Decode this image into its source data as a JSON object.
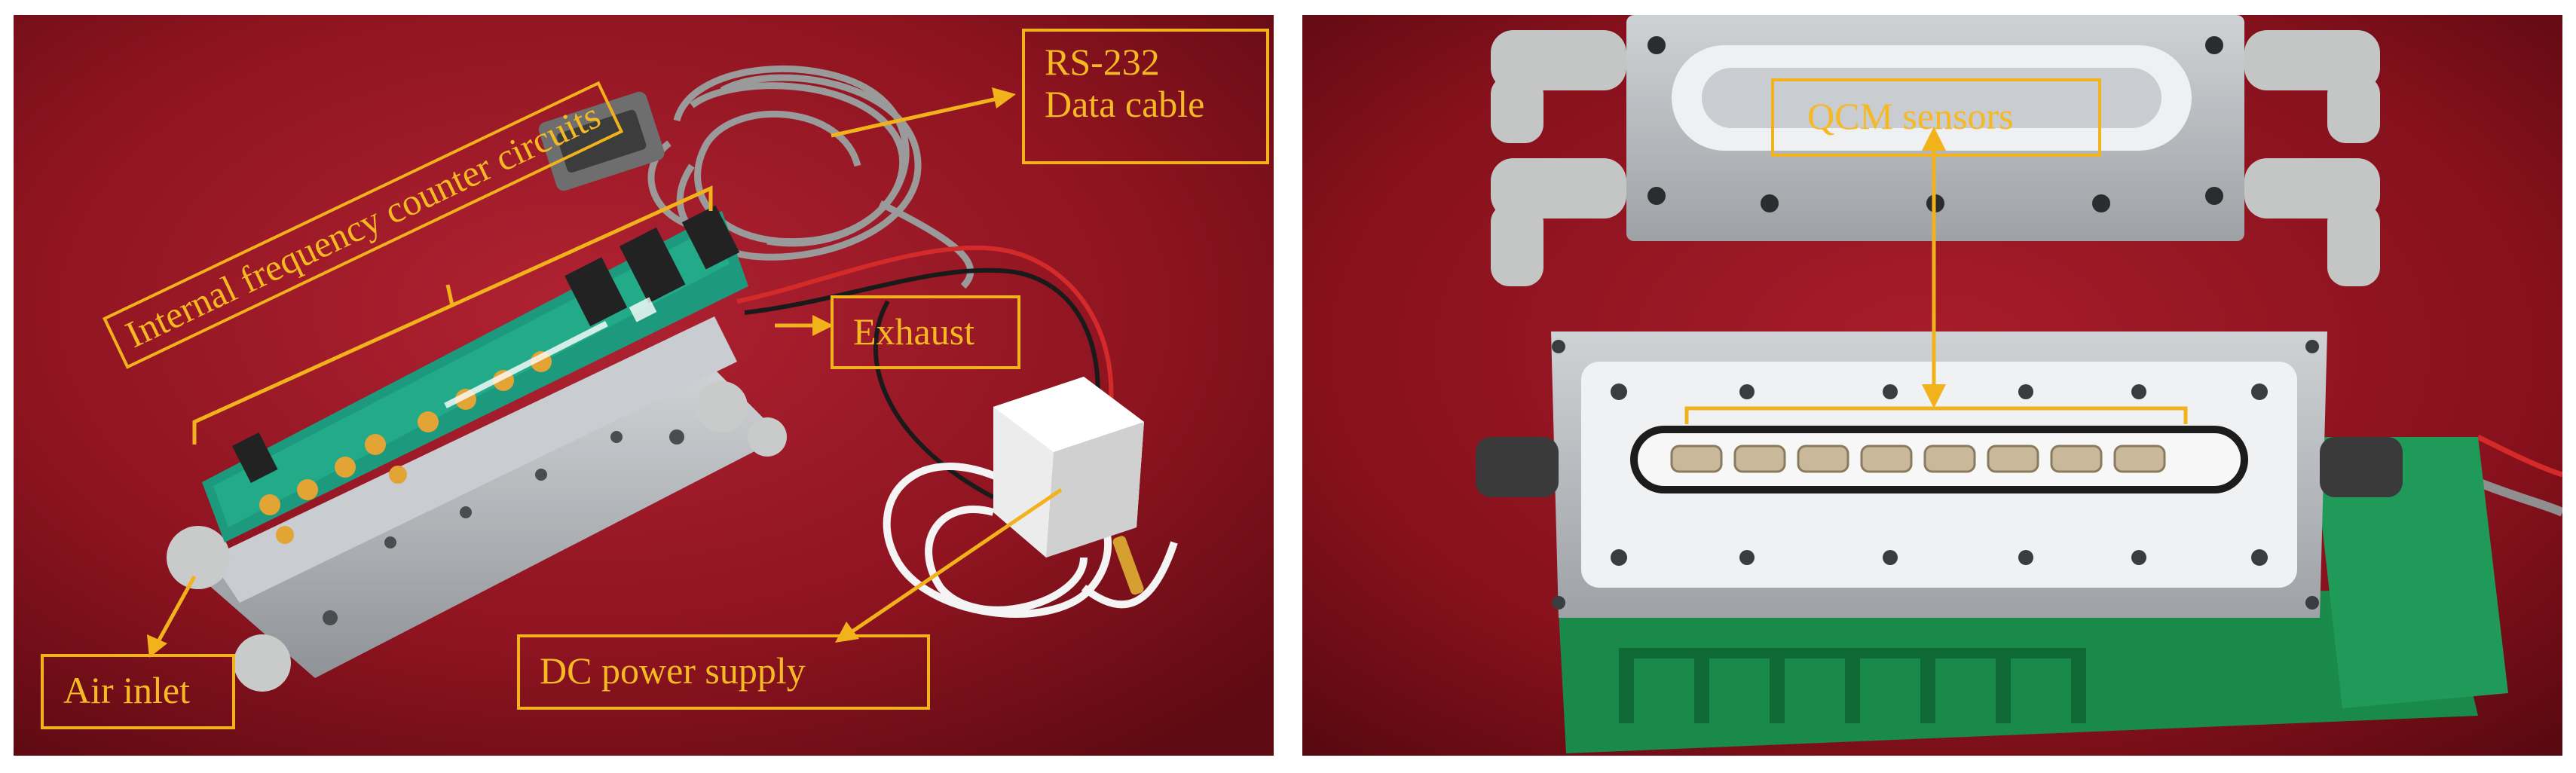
{
  "left_photo": {
    "labels": {
      "freq_counter": "Internal frequency counter circuits",
      "rs232": "RS-232",
      "data_cable": "Data cable",
      "exhaust": "Exhaust",
      "air_inlet": "Air inlet",
      "dc_power": "DC power supply"
    }
  },
  "right_photo": {
    "labels": {
      "qcm": "QCM sensors"
    }
  },
  "colors": {
    "background_red": "#8e1420",
    "annotation": "#f2b21c",
    "pcb_green": "#1d9a7e",
    "aluminium": "#b8bcc0"
  }
}
